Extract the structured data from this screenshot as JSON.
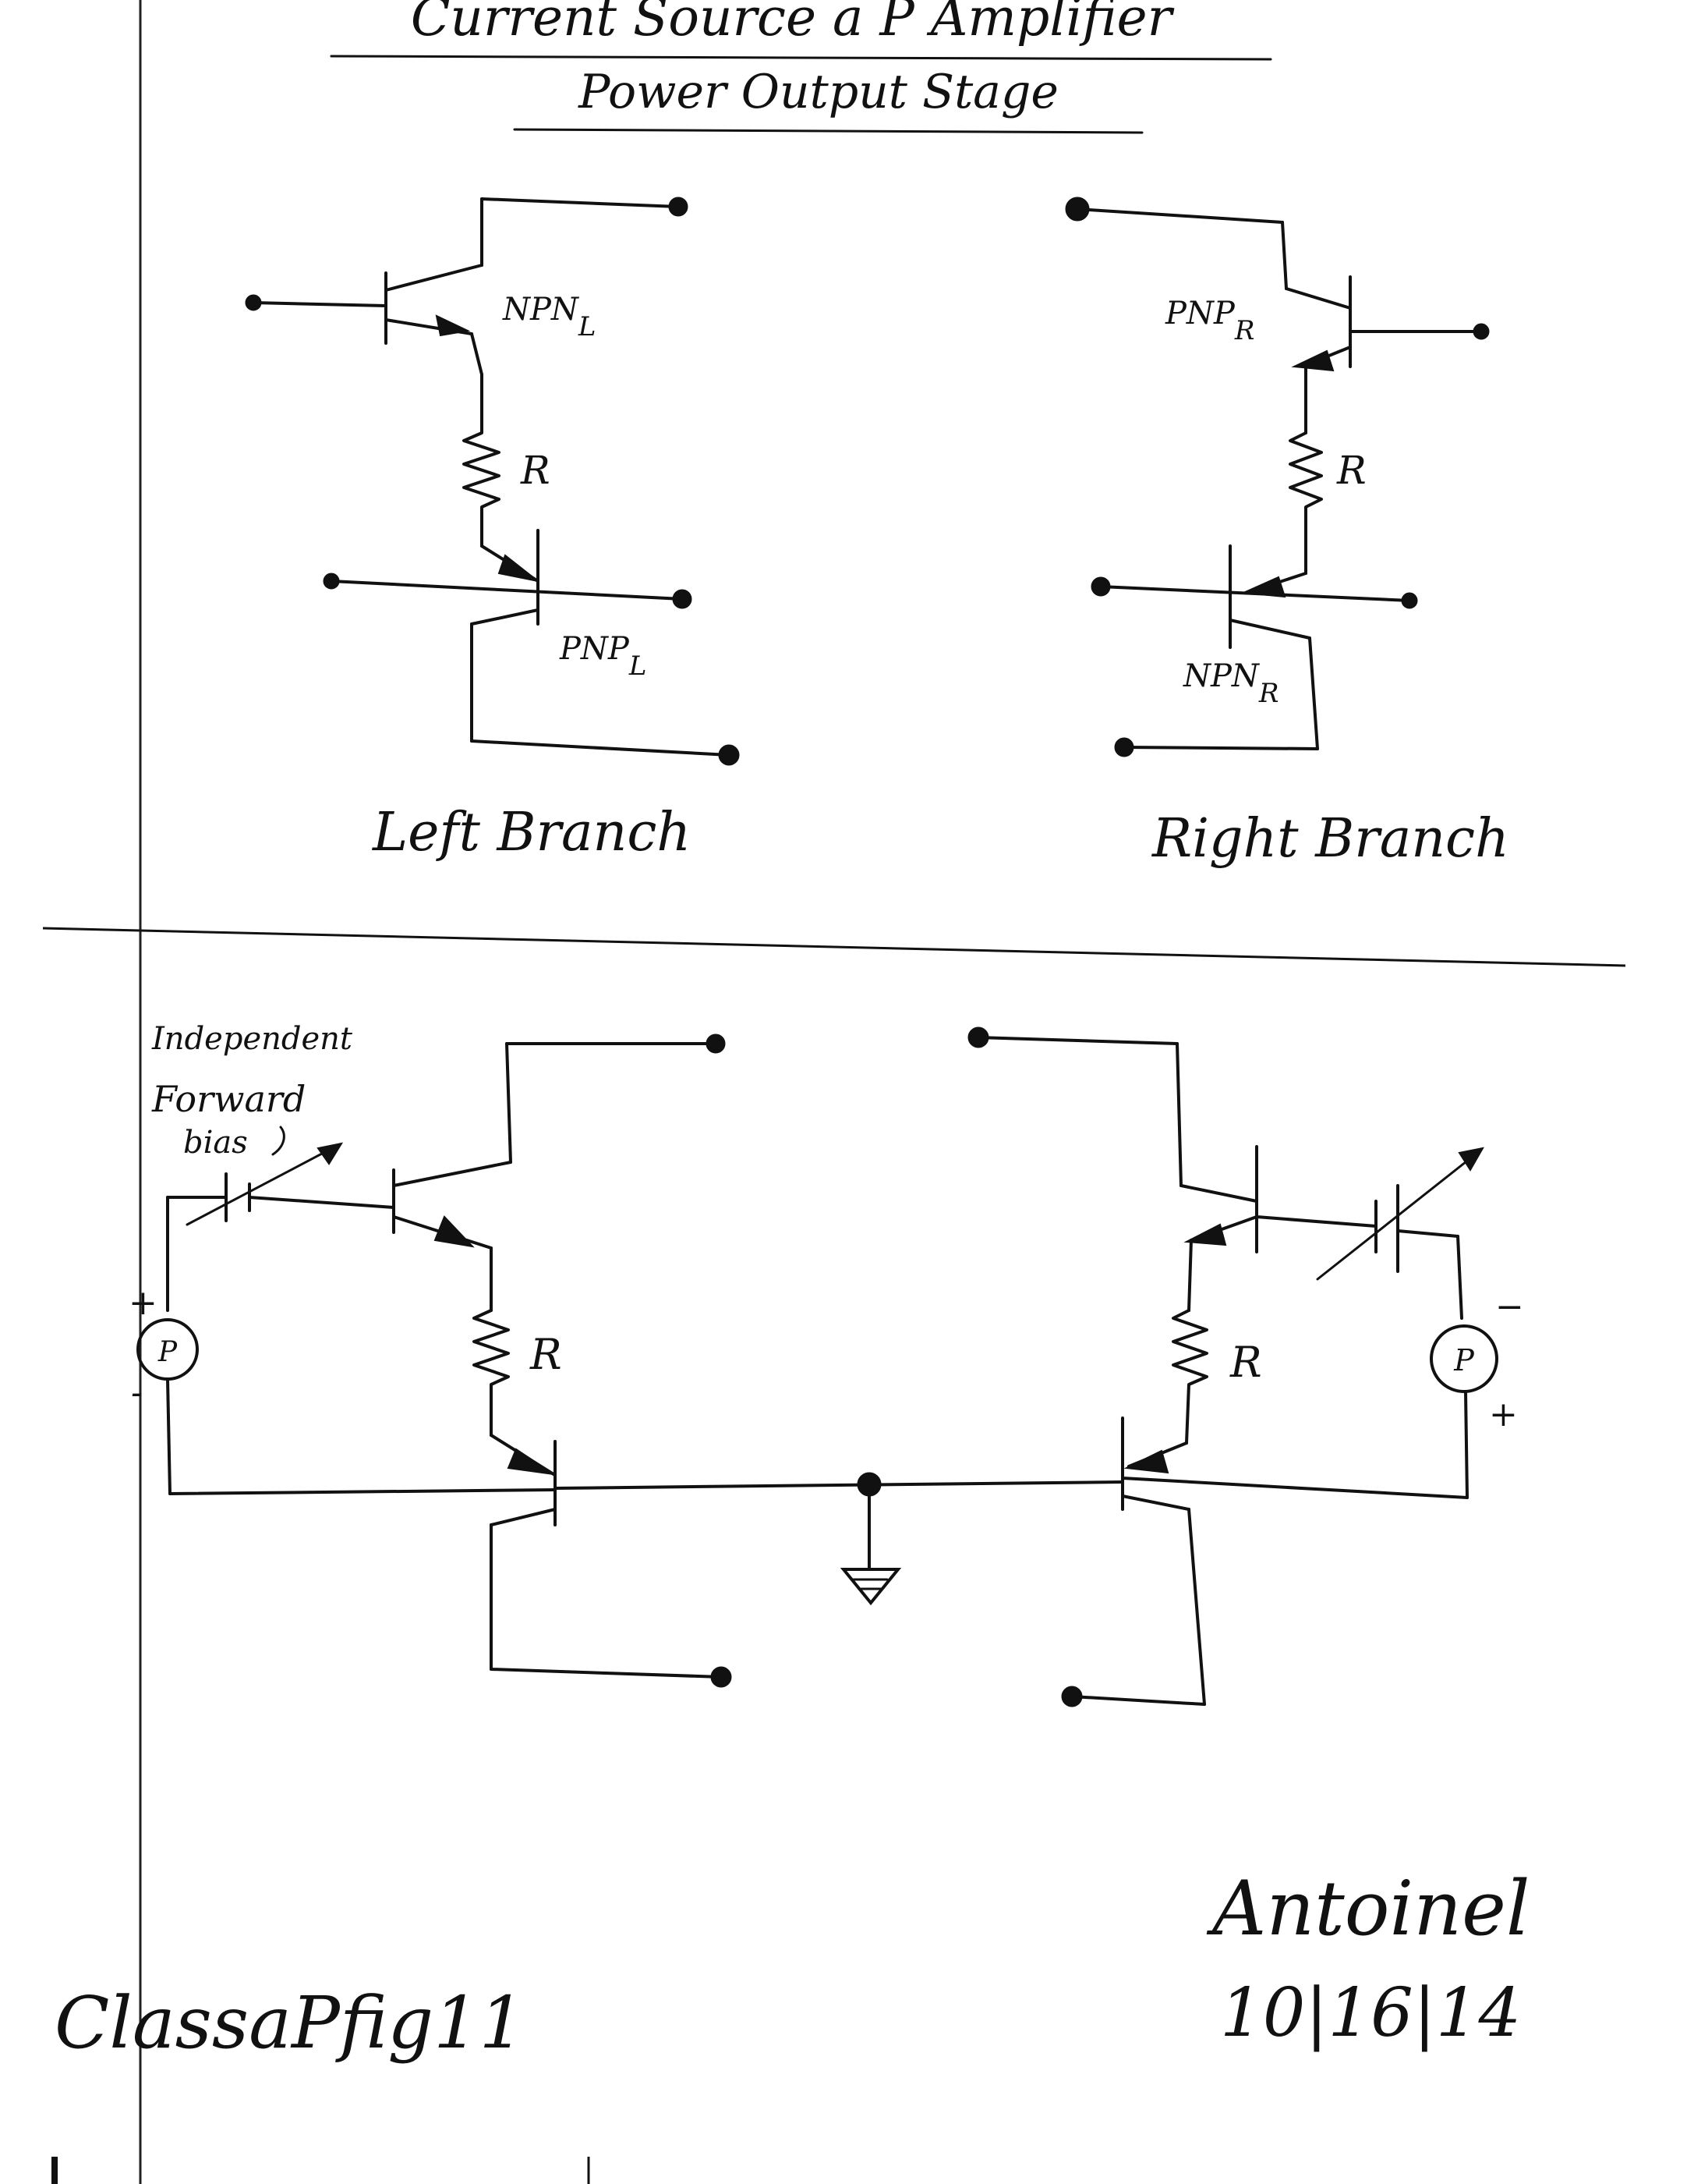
{
  "title": {
    "line1": "Current Source a P Amplifier",
    "line2": "Power Output Stage"
  },
  "top_diagram": {
    "left_branch": {
      "caption": "Left Branch",
      "upper_transistor": {
        "label": "NPN",
        "subscript": "L"
      },
      "resistor": "R",
      "lower_transistor": {
        "label": "PNP",
        "subscript": "L"
      }
    },
    "right_branch": {
      "caption": "Right Branch",
      "upper_transistor": {
        "label": "PNP",
        "subscript": "R"
      },
      "resistor": "R",
      "lower_transistor": {
        "label": "NPN",
        "subscript": "R"
      }
    }
  },
  "bottom_diagram": {
    "annotation": {
      "line1": "Independent",
      "line2": "Forward",
      "line3": "bias"
    },
    "left_resistor": "R",
    "right_resistor": "R",
    "left_source": {
      "symbol": "P",
      "plus": "+",
      "minus": "-"
    },
    "right_source": {
      "symbol": "P",
      "plus": "+",
      "minus": "−"
    }
  },
  "footer": {
    "figure_id": "ClassaPfig11",
    "signature": "Antoinel",
    "date": "10|16|14"
  }
}
